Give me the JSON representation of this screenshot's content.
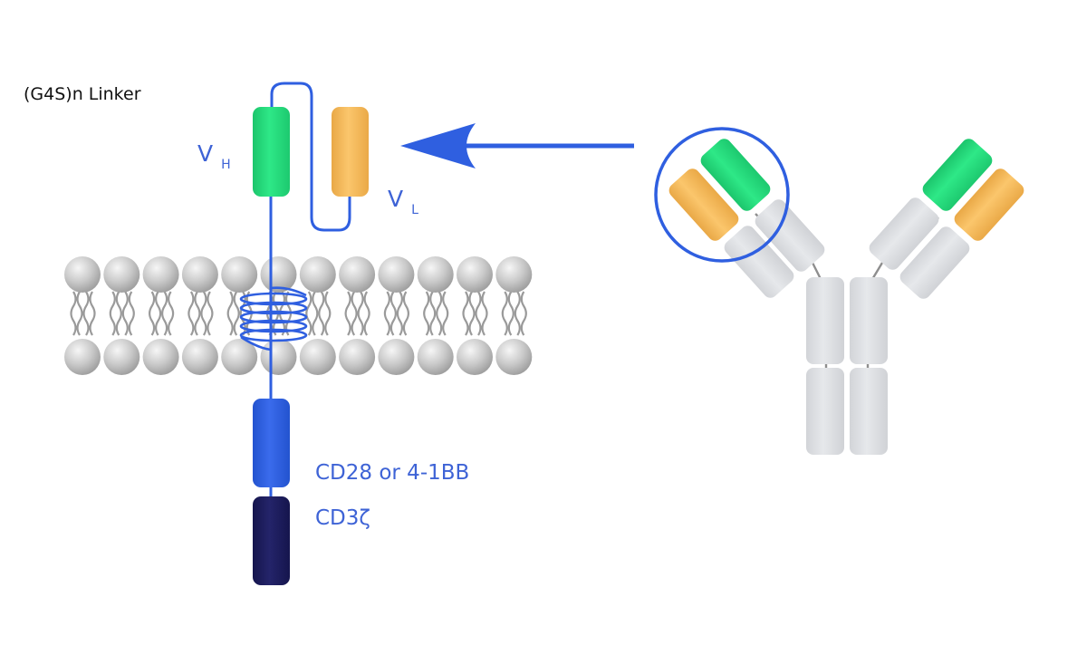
{
  "labels": {
    "linker": "(G4S)n Linker",
    "vh_main": "V",
    "vh_sub": "H",
    "vl_main": "V",
    "vl_sub": "L",
    "costim": "CD28 or 4-1BB",
    "cd3": "CD3ζ"
  },
  "colors": {
    "line_blue": "#2f5fe0",
    "label_blue": "#3e63d6",
    "vh_green": "#22dc7c",
    "vl_orange": "#f6b95a",
    "costim_blue": "#2a5fdc",
    "cd3_navy": "#1c1c5c",
    "antibody_grey": "#dcdee2",
    "lipid_grey": "#b8b8b8",
    "tail_grey": "#9a9a9a"
  },
  "icons": {
    "arrow": "arrow-left-icon",
    "highlight": "circle-highlight-icon"
  }
}
